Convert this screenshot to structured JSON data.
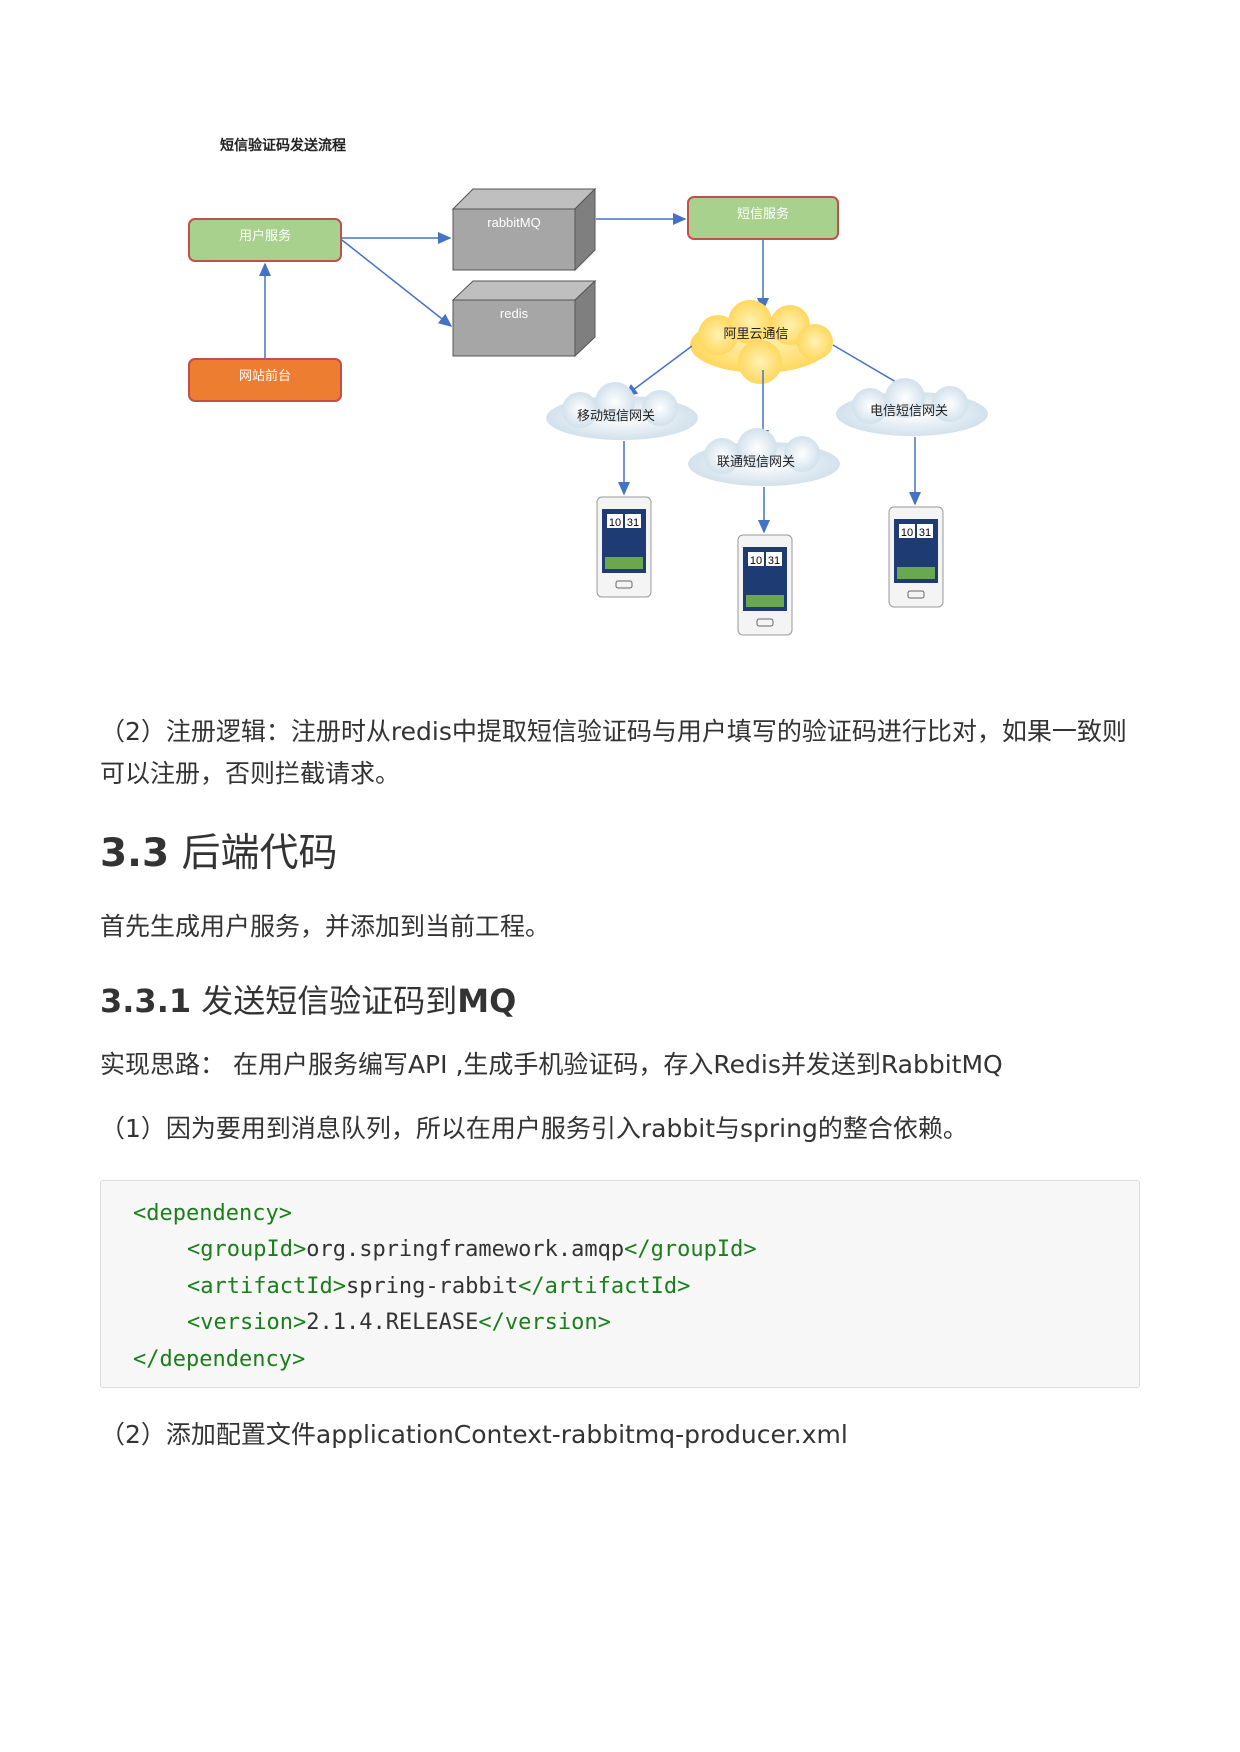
{
  "diagram": {
    "title": "短信验证码发送流程",
    "user_service": "用户服务",
    "frontend": "网站前台",
    "rabbitmq": "rabbitMQ",
    "redis": "redis",
    "sms_service": "短信服务",
    "aliyun": "阿里云通信",
    "mobile_gateway": "移动短信网关",
    "unicom_gateway": "联通短信网关",
    "telecom_gateway": "电信短信网关",
    "phone_time_hour": "10",
    "phone_time_min": "31",
    "colors": {
      "green_box": "#a9d18e",
      "green_border": "#c0504d",
      "orange_box": "#ed7d31",
      "gray_box": "#999999",
      "cloud": "#ffd966",
      "arrow": "#4472c4"
    }
  },
  "p1": "（2）注册逻辑：注册时从redis中提取短信验证码与用户填写的验证码进行比对，如果一致则可以注册，否则拦截请求。",
  "h2": {
    "num": "3.3",
    "text": "后端代码"
  },
  "p2": "首先生成用户服务，并添加到当前工程。",
  "h3": {
    "num": "3.3.1",
    "text": "发送短信验证码到",
    "bold_tail": "MQ"
  },
  "p3": "实现思路： 在用户服务编写API ,生成手机验证码，存入Redis并发送到RabbitMQ",
  "p4": "（1）因为要用到消息队列，所以在用户服务引入rabbit与spring的整合依赖。",
  "code": {
    "dep_open": "<dependency>",
    "group_open": "<groupId>",
    "group_val": "org.springframework.amqp",
    "group_close": "</groupId>",
    "artifact_open": "<artifactId>",
    "artifact_val": "spring-rabbit",
    "artifact_close": "</artifactId>",
    "version_open": "<version>",
    "version_val": "2.1.4.RELEASE",
    "version_close": "</version>",
    "dep_close": "</dependency>"
  },
  "p5": "（2）添加配置文件applicationContext-rabbitmq-producer.xml"
}
